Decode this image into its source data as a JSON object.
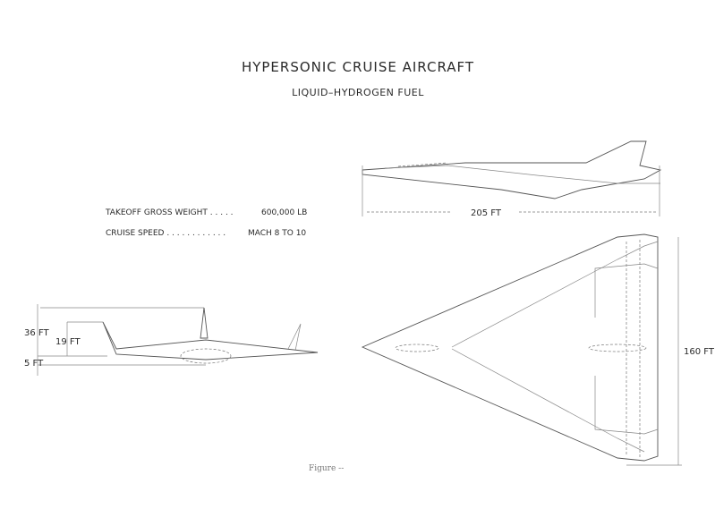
{
  "title": "HYPERSONIC CRUISE AIRCRAFT",
  "subtitle": "LIQUID–HYDROGEN FUEL",
  "specs": [
    {
      "label": "TAKEOFF GROSS WEIGHT . . . . .",
      "value": "600,000 LB"
    },
    {
      "label": "CRUISE SPEED . . . . . . . . . . . .",
      "value": "MACH 8 TO 10"
    }
  ],
  "dimensions": {
    "height_overall": "36 FT",
    "height_fuselage": "19 FT",
    "ground_clearance": "5 FT",
    "length": "205 FT",
    "span": "160 FT"
  },
  "caption": "Figure --"
}
